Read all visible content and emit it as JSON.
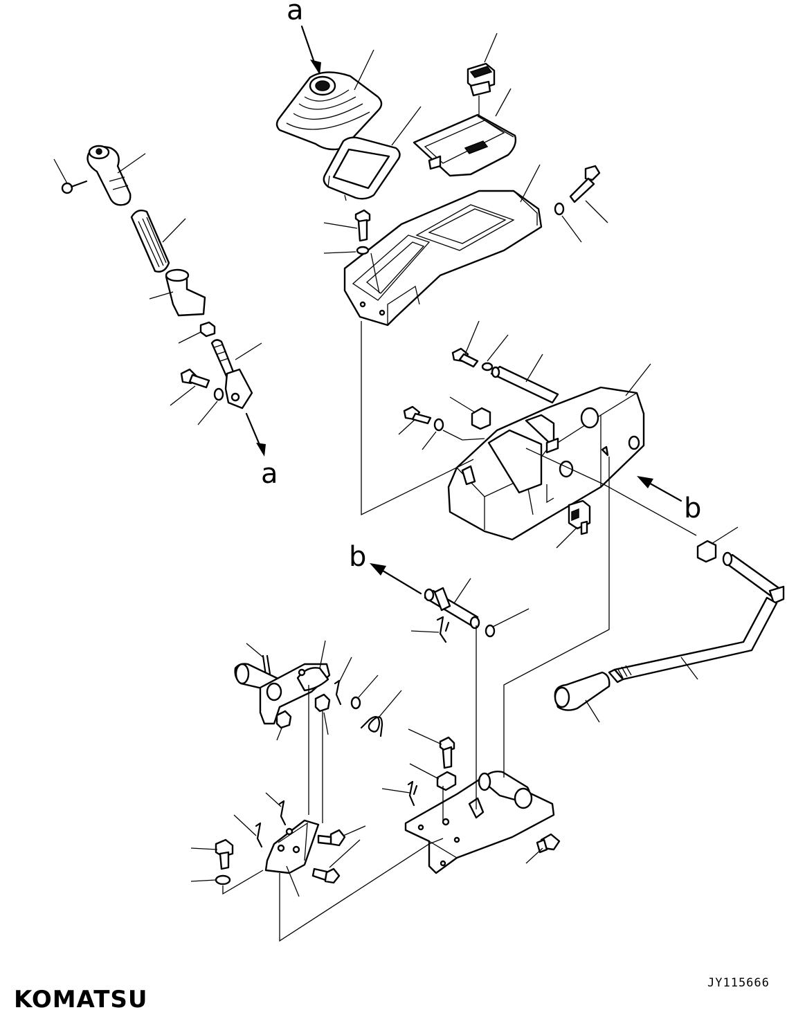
{
  "callouts": {
    "a_top": "a",
    "a_left": "a",
    "b_right": "b",
    "b_mid": "b"
  },
  "drawing_code": "JY115666",
  "brand": "KOMATSU"
}
